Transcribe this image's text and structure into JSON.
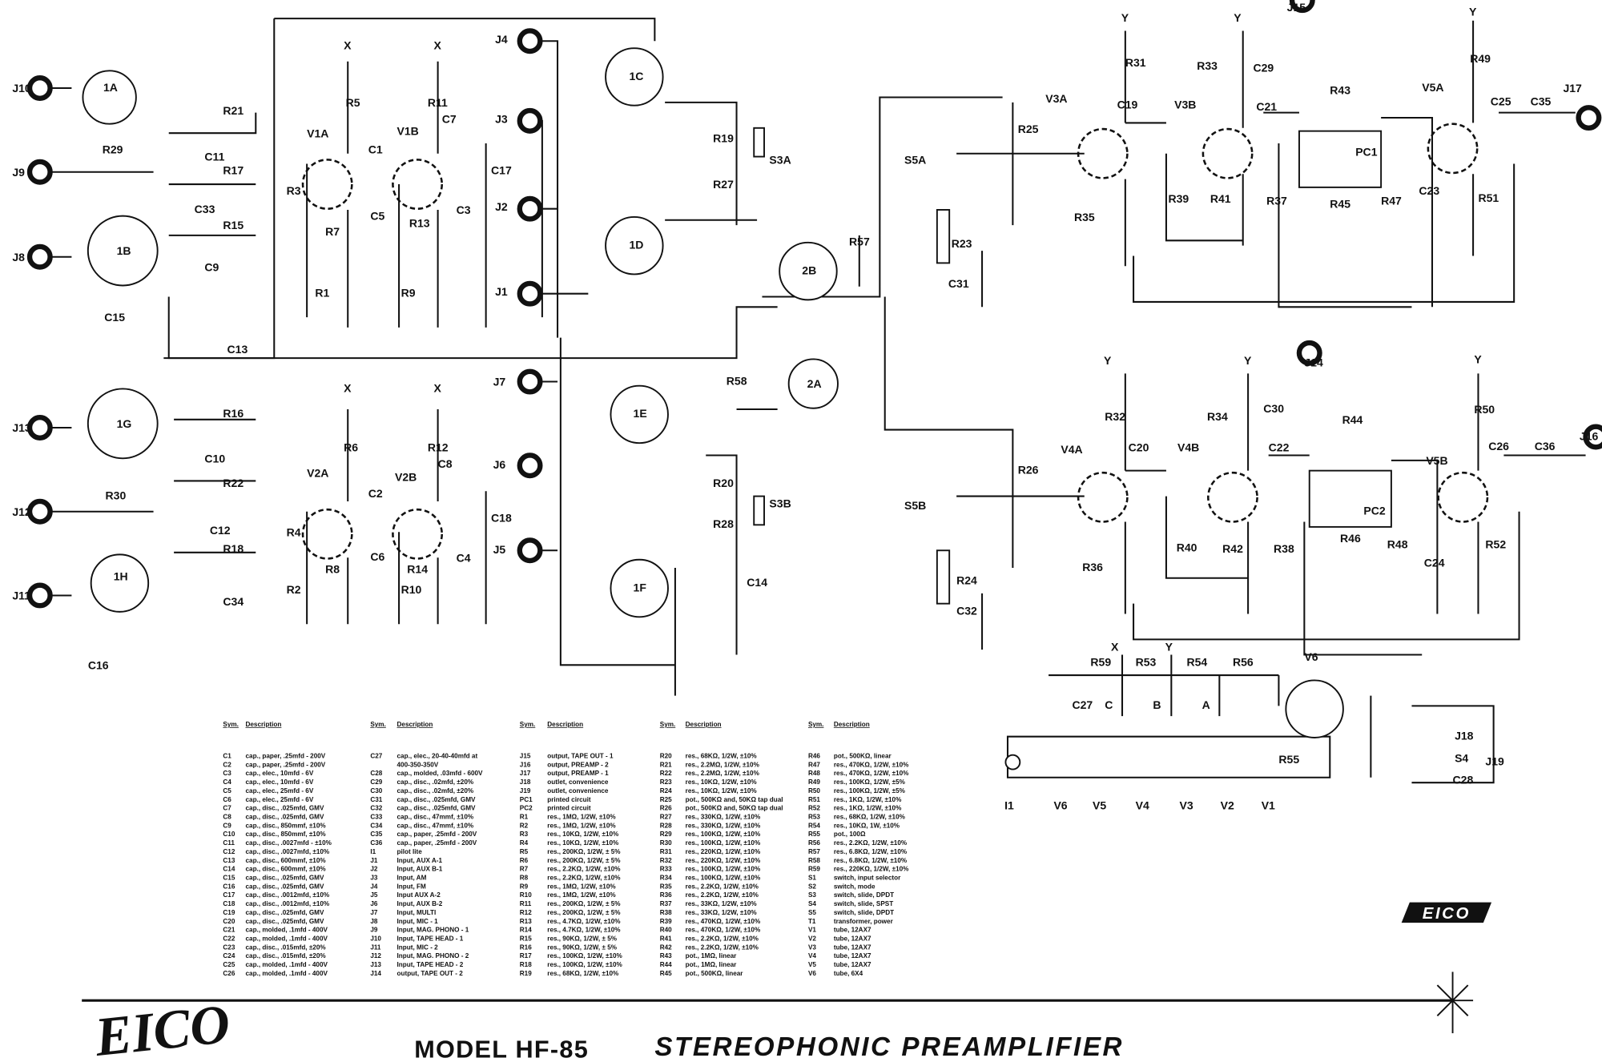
{
  "title": {
    "model": "MODEL HF-85",
    "name": "STEREOPHONIC PREAMPLIFIER",
    "logo": "EICO",
    "signature": "EICO"
  },
  "labels": [
    "J10",
    "J9",
    "J8",
    "1A",
    "R21",
    "R29",
    "C11",
    "R17",
    "C33",
    "R15",
    "C9",
    "1B",
    "C15",
    "R5",
    "V1A",
    "R11",
    "V1B",
    "C7",
    "C1",
    "C17",
    "R3",
    "R7",
    "C5",
    "R13",
    "C3",
    "R1",
    "R9",
    "X",
    "X",
    "J4",
    "J3",
    "J2",
    "J1",
    "1C",
    "1D",
    "R19",
    "R27",
    "S3A",
    "C13",
    "J13",
    "J12",
    "J11",
    "1G",
    "1H",
    "R16",
    "C10",
    "R30",
    "R22",
    "C12",
    "R18",
    "C34",
    "C16",
    "R6",
    "V2A",
    "R12",
    "C8",
    "V2B",
    "C2",
    "C18",
    "R4",
    "R8",
    "C6",
    "R14",
    "C4",
    "R2",
    "R10",
    "X",
    "X",
    "J7",
    "J6",
    "J5",
    "1E",
    "1F",
    "R58",
    "2A",
    "R20",
    "R28",
    "S3B",
    "C14",
    "2B",
    "R57",
    "S5A",
    "R25",
    "V3A",
    "Y",
    "R31",
    "C19",
    "R35",
    "R39",
    "V3B",
    "R33",
    "Y",
    "C29",
    "J15",
    "C21",
    "R41",
    "R37",
    "R43",
    "PC1",
    "R45",
    "R47",
    "C23",
    "R51",
    "V5A",
    "R49",
    "Y",
    "C25",
    "C35",
    "J17",
    "R23",
    "C31",
    "J14",
    "Y",
    "R32",
    "V4A",
    "C20",
    "R26",
    "S5B",
    "R36",
    "R40",
    "V4B",
    "R34",
    "Y",
    "C30",
    "C22",
    "R42",
    "R38",
    "R44",
    "PC2",
    "R46",
    "R48",
    "C24",
    "R52",
    "V5B",
    "R50",
    "Y",
    "C26",
    "C36",
    "J16",
    "R24",
    "C32",
    "X",
    "Y",
    "R59",
    "R53",
    "R54",
    "R56",
    "V6",
    "C27",
    "C",
    "B",
    "A",
    "R55",
    "J18",
    "J19",
    "S4",
    "C28",
    "I1",
    "V6",
    "V5",
    "V4",
    "V3",
    "V2",
    "V1"
  ],
  "parts_list": {
    "headers": {
      "sym": "Sym.",
      "desc": "Description"
    },
    "columns": [
      [
        [
          "C1",
          "cap., paper, .25mfd - 200V"
        ],
        [
          "C2",
          "cap., paper, .25mfd - 200V"
        ],
        [
          "C3",
          "cap., elec., 10mfd - 6V"
        ],
        [
          "C4",
          "cap., elec., 10mfd - 6V"
        ],
        [
          "C5",
          "cap., elec., 25mfd - 6V"
        ],
        [
          "C6",
          "cap., elec., 25mfd - 6V"
        ],
        [
          "C7",
          "cap., disc., .025mfd, GMV"
        ],
        [
          "C8",
          "cap., disc., .025mfd, GMV"
        ],
        [
          "C9",
          "cap., disc., 850mmf, ±10%"
        ],
        [
          "C10",
          "cap., disc., 850mmf, ±10%"
        ],
        [
          "C11",
          "cap., disc., .0027mfd - ±10%"
        ],
        [
          "C12",
          "cap., disc., .0027mfd, ±10%"
        ],
        [
          "C13",
          "cap., disc., 600mmf, ±10%"
        ],
        [
          "C14",
          "cap., disc., 600mmf, ±10%"
        ],
        [
          "C15",
          "cap., disc., .025mfd, GMV"
        ],
        [
          "C16",
          "cap., disc., .025mfd, GMV"
        ],
        [
          "C17",
          "cap., disc., .0012mfd, ±10%"
        ],
        [
          "C18",
          "cap., disc., .0012mfd, ±10%"
        ],
        [
          "C19",
          "cap., disc., .025mfd, GMV"
        ],
        [
          "C20",
          "cap., disc., .025mfd, GMV"
        ],
        [
          "C21",
          "cap., molded, .1mfd - 400V"
        ],
        [
          "C22",
          "cap., molded, .1mfd - 400V"
        ],
        [
          "C23",
          "cap., disc., .015mfd, ±20%"
        ],
        [
          "C24",
          "cap., disc., .015mfd, ±20%"
        ],
        [
          "C25",
          "cap., molded, .1mfd - 400V"
        ],
        [
          "C26",
          "cap., molded, .1mfd - 400V"
        ]
      ],
      [
        [
          "C27",
          "cap., elec., 20-40-40mfd at"
        ],
        [
          "",
          "400-350-350V"
        ],
        [
          "C28",
          "cap., molded, .03mfd - 600V"
        ],
        [
          "C29",
          "cap., disc., .02mfd, ±20%"
        ],
        [
          "C30",
          "cap., disc., .02mfd, ±20%"
        ],
        [
          "C31",
          "cap., disc., .025mfd, GMV"
        ],
        [
          "C32",
          "cap., disc., .025mfd, GMV"
        ],
        [
          "C33",
          "cap., disc., 47mmf, ±10%"
        ],
        [
          "C34",
          "cap., disc., 47mmf, ±10%"
        ],
        [
          "C35",
          "cap., paper, .25mfd - 200V"
        ],
        [
          "C36",
          "cap., paper, .25mfd - 200V"
        ],
        [
          "I1",
          "pilot lite"
        ],
        [
          "J1",
          "Input, AUX A-1"
        ],
        [
          "J2",
          "Input, AUX B-1"
        ],
        [
          "J3",
          "Input, AM"
        ],
        [
          "J4",
          "Input, FM"
        ],
        [
          "J5",
          "Input AUX A-2"
        ],
        [
          "J6",
          "Input, AUX B-2"
        ],
        [
          "J7",
          "Input, MULTI"
        ],
        [
          "J8",
          "Input, MIC - 1"
        ],
        [
          "J9",
          "Input, MAG. PHONO - 1"
        ],
        [
          "J10",
          "Input, TAPE HEAD - 1"
        ],
        [
          "J11",
          "Input, MIC - 2"
        ],
        [
          "J12",
          "Input, MAG. PHONO - 2"
        ],
        [
          "J13",
          "Input, TAPE HEAD - 2"
        ],
        [
          "J14",
          "output, TAPE OUT - 2"
        ]
      ],
      [
        [
          "J15",
          "output, TAPE OUT - 1"
        ],
        [
          "J16",
          "output, PREAMP - 2"
        ],
        [
          "J17",
          "output, PREAMP - 1"
        ],
        [
          "J18",
          "outlet, convenience"
        ],
        [
          "J19",
          "outlet, convenience"
        ],
        [
          "PC1",
          "printed circuit"
        ],
        [
          "PC2",
          "printed circuit"
        ],
        [
          "R1",
          "res., 1MΩ, 1/2W, ±10%"
        ],
        [
          "R2",
          "res., 1MΩ, 1/2W, ±10%"
        ],
        [
          "R3",
          "res., 10KΩ, 1/2W, ±10%"
        ],
        [
          "R4",
          "res., 10KΩ, 1/2W, ±10%"
        ],
        [
          "R5",
          "res., 200KΩ, 1/2W, ± 5%"
        ],
        [
          "R6",
          "res., 200KΩ, 1/2W, ± 5%"
        ],
        [
          "R7",
          "res., 2.2KΩ, 1/2W, ±10%"
        ],
        [
          "R8",
          "res., 2.2KΩ, 1/2W, ±10%"
        ],
        [
          "R9",
          "res., 1MΩ, 1/2W, ±10%"
        ],
        [
          "R10",
          "res., 1MΩ, 1/2W, ±10%"
        ],
        [
          "R11",
          "res., 200KΩ, 1/2W, ± 5%"
        ],
        [
          "R12",
          "res., 200KΩ, 1/2W, ± 5%"
        ],
        [
          "R13",
          "res., 4.7KΩ, 1/2W, ±10%"
        ],
        [
          "R14",
          "res., 4.7KΩ, 1/2W, ±10%"
        ],
        [
          "R15",
          "res., 90KΩ, 1/2W, ± 5%"
        ],
        [
          "R16",
          "res., 90KΩ, 1/2W, ± 5%"
        ],
        [
          "R17",
          "res., 100KΩ, 1/2W, ±10%"
        ],
        [
          "R18",
          "res., 100KΩ, 1/2W, ±10%"
        ],
        [
          "R19",
          "res., 68KΩ, 1/2W, ±10%"
        ]
      ],
      [
        [
          "R20",
          "res., 68KΩ, 1/2W, ±10%"
        ],
        [
          "R21",
          "res., 2.2MΩ, 1/2W, ±10%"
        ],
        [
          "R22",
          "res., 2.2MΩ, 1/2W, ±10%"
        ],
        [
          "R23",
          "res., 10KΩ, 1/2W, ±10%"
        ],
        [
          "R24",
          "res., 10KΩ, 1/2W, ±10%"
        ],
        [
          "R25",
          "pot., 500KΩ and, 50KΩ tap dual"
        ],
        [
          "R26",
          "pot., 500KΩ and, 50KΩ tap dual"
        ],
        [
          "R27",
          "res., 330KΩ, 1/2W, ±10%"
        ],
        [
          "R28",
          "res., 330KΩ, 1/2W, ±10%"
        ],
        [
          "R29",
          "res., 100KΩ, 1/2W, ±10%"
        ],
        [
          "R30",
          "res., 100KΩ, 1/2W, ±10%"
        ],
        [
          "R31",
          "res., 220KΩ, 1/2W, ±10%"
        ],
        [
          "R32",
          "res., 220KΩ, 1/2W, ±10%"
        ],
        [
          "R33",
          "res., 100KΩ, 1/2W, ±10%"
        ],
        [
          "R34",
          "res., 100KΩ, 1/2W, ±10%"
        ],
        [
          "R35",
          "res., 2.2KΩ, 1/2W, ±10%"
        ],
        [
          "R36",
          "res., 2.2KΩ, 1/2W, ±10%"
        ],
        [
          "R37",
          "res., 33KΩ, 1/2W, ±10%"
        ],
        [
          "R38",
          "res., 33KΩ, 1/2W, ±10%"
        ],
        [
          "R39",
          "res., 470KΩ, 1/2W, ±10%"
        ],
        [
          "R40",
          "res., 470KΩ, 1/2W, ±10%"
        ],
        [
          "R41",
          "res., 2.2KΩ, 1/2W, ±10%"
        ],
        [
          "R42",
          "res., 2.2KΩ, 1/2W, ±10%"
        ],
        [
          "R43",
          "pot., 1MΩ, linear"
        ],
        [
          "R44",
          "pot., 1MΩ, linear"
        ],
        [
          "R45",
          "pot., 500KΩ, linear"
        ]
      ],
      [
        [
          "R46",
          "pot., 500KΩ, linear"
        ],
        [
          "R47",
          "res., 470KΩ, 1/2W, ±10%"
        ],
        [
          "R48",
          "res., 470KΩ, 1/2W, ±10%"
        ],
        [
          "R49",
          "res., 100KΩ, 1/2W, ±5%"
        ],
        [
          "R50",
          "res., 100KΩ, 1/2W, ±5%"
        ],
        [
          "R51",
          "res., 1KΩ, 1/2W, ±10%"
        ],
        [
          "R52",
          "res., 1KΩ, 1/2W, ±10%"
        ],
        [
          "R53",
          "res., 68KΩ, 1/2W, ±10%"
        ],
        [
          "R54",
          "res., 10KΩ, 1W, ±10%"
        ],
        [
          "R55",
          "pot., 100Ω"
        ],
        [
          "R56",
          "res., 2.2KΩ, 1/2W, ±10%"
        ],
        [
          "R57",
          "res., 6.8KΩ, 1/2W, ±10%"
        ],
        [
          "R58",
          "res., 6.8KΩ, 1/2W, ±10%"
        ],
        [
          "R59",
          "res., 220KΩ, 1/2W, ±10%"
        ],
        [
          "S1",
          "switch, input selector"
        ],
        [
          "S2",
          "switch, mode"
        ],
        [
          "S3",
          "switch, slide, DPDT"
        ],
        [
          "S4",
          "switch, slide, SPST"
        ],
        [
          "S5",
          "switch, slide, DPDT"
        ],
        [
          "T1",
          "transformer, power"
        ],
        [
          "V1",
          "tube, 12AX7"
        ],
        [
          "V2",
          "tube, 12AX7"
        ],
        [
          "V3",
          "tube, 12AX7"
        ],
        [
          "V4",
          "tube, 12AX7"
        ],
        [
          "V5",
          "tube, 12AX7"
        ],
        [
          "V6",
          "tube, 6X4"
        ]
      ]
    ]
  }
}
